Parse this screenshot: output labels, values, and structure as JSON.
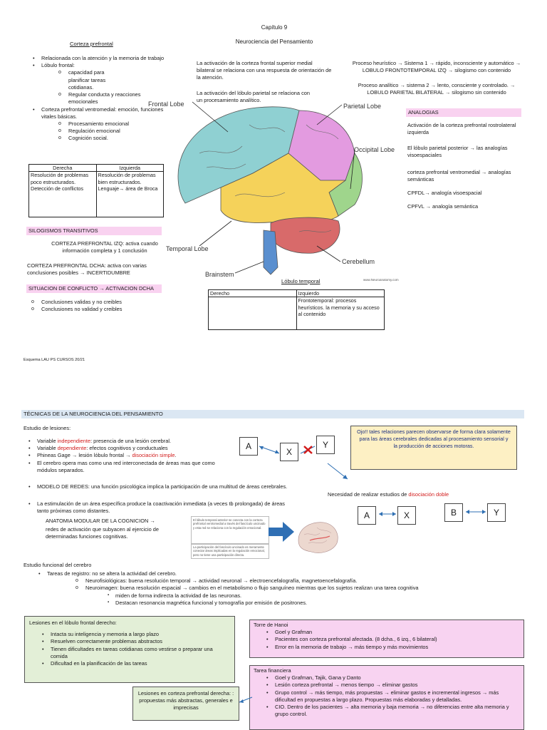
{
  "page1": {
    "chapter": "Capítulo 9",
    "subtitle": "Neurociencia del Pensamiento",
    "left_heading": "Corteza prefrontal",
    "left_bullets": [
      {
        "text": "Relacionada con la atención y la memoria de trabajo"
      },
      {
        "text": "Lóbulo frontal:",
        "subs": [
          "capacidad para planificar tareas cotidianas.",
          "Regular conducta y reacciones emocionales"
        ]
      },
      {
        "text": "Corteza prefrontal ventromedial: emoción, funciones vitales básicas.",
        "subs": [
          "Procesamiento emocional",
          "Regulación emocional",
          "Cognición social."
        ]
      }
    ],
    "table_head": [
      "Derecha",
      "Izquierda"
    ],
    "table_body": [
      "Resolución de problemas poco estructurados. Detección de conflictos",
      "Resolución de problemas bien estructurados. Lenguaje→ área de Broca"
    ],
    "silogismos_heading": "SILOGISMOS TRANSITIVOS",
    "silogismos_izq": "CORTEZA PREFRONTAL IZQ: activa cuando información completa y 1 conclusión",
    "silogismos_dcha": "CORTEZA PREFRONTAL DCHA: activa con varias conclusiones posibles → INCERTIDUMBRE",
    "conflicto_heading": "SITUACION DE CONFLICTO → ACTIVACION DCHA",
    "conflicto_items": [
      "Conclusiones validas y no creibles",
      "Conclusiones no validad y creibles"
    ],
    "mid_text_1": "La activación de la corteza frontal superior medial bilateral se relaciona con una respuesta de orientación de la atención.",
    "mid_text_2": "La activación del lóbulo parietal se relaciona con un procesamiento analítico.",
    "brain_labels": {
      "frontal": "Frontal Lobe",
      "parietal": "Parietal Lobe",
      "occipital": "Occipital Lobe",
      "temporal": "Temporal Lobe",
      "cerebellum": "Cerebellum",
      "brainstem": "Brainstem",
      "credit": "www.Neuroanatomy.com"
    },
    "right_text_1": "Proceso heurístico → Sistema 1 → rápido, inconsciente y automático → LOBULO FRONTOTEMPORAL IZQ → silogismo con contenido",
    "right_text_2": "Proceso analítico → sistema 2 → lento, consciente y controlado. → LOBULO PARIETAL BILATERAL → silogismo sin contenido",
    "analogias_heading": "ANALOGIAS",
    "analogias_items": [
      "Activación de la corteza prefrontal rostrolateral izquierda",
      "El lóbulo parietal posterior → las analogías visoespaciales",
      "corteza prefrontal ventromedial → analogías semánticas",
      "CPFDL→ analogía visoespacial",
      "CPFVL → analogía semántica"
    ],
    "temporal_heading": "Lóbulo temporal",
    "temporal_table_head": [
      "Derecho",
      "Izquierdo"
    ],
    "temporal_table_right": "Frontotemporal: procesos heurísticos. la memoria y su acceso al contenido",
    "footer": "Esquema LAU PS CURSOS 20/21"
  },
  "page2": {
    "section_title": "TÉCNICAS DE LA NEUROCIENCIA DEL PENSAMIENTO",
    "lesiones_heading": "Estudio de lesiones:",
    "variable_ind_prefix": "Variable ",
    "variable_ind_red": "independiente",
    "variable_ind_rest": ": presencia de una lesión cerebral.",
    "variable_dep_prefix": "Variable ",
    "variable_dep_red": "dependiente",
    "variable_dep_rest": ": efectos cognitivos y conductuales",
    "phineas_prefix": "Phineas Gage → lesión lóbulo frontal → ",
    "phineas_red": "disociación simple",
    "phineas_rest": ".",
    "bullet_red": "El cerebro opera mas como una red interconectada de áreas mas que como módulos separados.",
    "bullet_modelo": "MODELO DE REDES: una función psicológica implica la participación de una multitud de áreas cerebrales.",
    "bullet_estimulacion": "La estimulación de un área específica produce la coactivación inmediata (a veces tb prolongada) de áreas tanto próximas como distantes.",
    "anatomia_title": "ANATOMIA MODULAR DE LA COGNICION →",
    "anatomia_body": "redes de activación que subyacen al ejercicio de determinadas funciones cognitivas.",
    "node_a": "A",
    "node_x": "X",
    "node_y": "Y",
    "node_b": "B",
    "ojo_text": "Ojo!! tales relaciones parecen observarse de forma clara solamente para las áreas cerebrales dedicadas al procesamiento sensorial y la producción de acciones motoras.",
    "necesidad_prefix": "Necesidad de realizar estudios de ",
    "necesidad_red": "disociación doble",
    "img_note_1": "El lóbulo temporal anterior se conecta con la corteza prefrontal ventromedial a través del fascículo uncinado y esta red se relaciona con la regulación emocional.",
    "img_note_2": "La participación del fascículo uncinado es meramente conectar áreas implicadas en la regulación emocional, pero no tiene una participación directa.",
    "funcional_heading": "Estudio funcional del cerebro",
    "tareas": "Tareas de registro: no se altera la actividad del cerebro.",
    "neurofis": "Neurofisiológicas: buena resolución temporal → actividad neuronal → electroencefalografía, magnetoencefalografía.",
    "neuroimagen": "Neuroimagen: buena resolución espacial → cambios en el metabolismo o flujo sanguíneo mientras que los sujetos realizan una tarea cognitiva",
    "neuro_subs": [
      "miden de forma indirecta la actividad de las neuronas.",
      "Destacan resonancia magnética funcional y tomografía por emisión de positrones."
    ],
    "green_title": "Lesiones en el lóbulo frontal derecho:",
    "green_items": [
      "Intacta su inteligencia y memoria a largo plazo",
      "Resuelven correctamente problemas abstractos",
      "Tienen dificultades en tareas cotidianas como vestirse o preparar una comida",
      "Dificultad en la planificación de las tareas"
    ],
    "hanoi_title": "Torre de Hanoi",
    "hanoi_items": [
      "Goel y Grafman",
      "Pacientes con corteza prefrontal afectada. (8 dcha., 6 izq., 6 bilateral)",
      "Error en la memoria de trabajo → más tiempo y más movimientos"
    ],
    "financiera_title": "Tarea financiera",
    "financiera_items": [
      "Goel y Grafman, Tajik, Gana y Danto",
      "Lesión corteza prefrontal → menos tiempo → eliminar gastos",
      "Grupo control → más tiempo, más propuestas → eliminar gastos e incremental ingresos → más dificultad en propuestas a largo plazo. Propuestas más elaboradas y detalladas.",
      "CIO. Dentro de los pacientes → alta memoria y baja memoria → no diferencias entre alta memoria y grupo control."
    ],
    "yellow_text": "Lesiones en corteza prefrontal derecha: : propuestas más abstractas, generales e imprecisas"
  },
  "colors": {
    "pink": "#f9d2f0",
    "blue_bar": "#dbe7f3",
    "green_box": "#e3efd7",
    "yellow_box": "#fdf0c4",
    "red_text": "#d21b1b"
  }
}
